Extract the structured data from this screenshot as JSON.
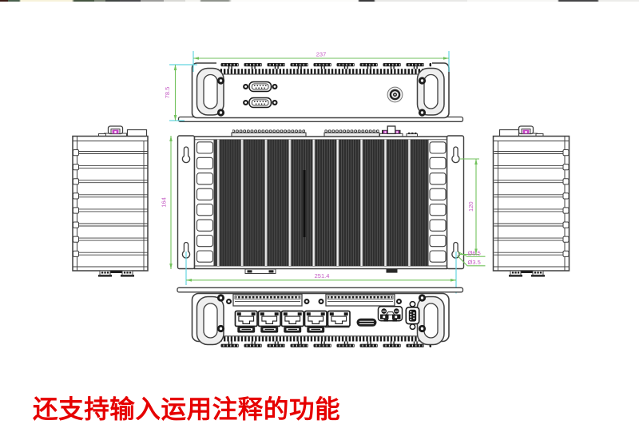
{
  "colors": {
    "drawing_line": "#3f3f3f",
    "dimension_line": "#72c25c",
    "extension_line": "#63d5e1",
    "dimension_text": "#c45cc4",
    "magenta_connector": "#c545c5",
    "fin_dark": "#2f2f2f",
    "fin_separator": "#cdcdcd",
    "caption_red": "#e60000",
    "background": "#ffffff"
  },
  "caption": {
    "text": "还支持输入运用注释的功能"
  },
  "dimensions": {
    "rear_width": "237",
    "rear_height": "78.5",
    "body_height": "164",
    "mount_hole_vertical_spacing": "120",
    "mount_hole_horizontal_spacing": "251.4",
    "mount_hole_large_diameter": "Ø6.5",
    "mount_hole_small_diameter": "Ø3.5"
  }
}
